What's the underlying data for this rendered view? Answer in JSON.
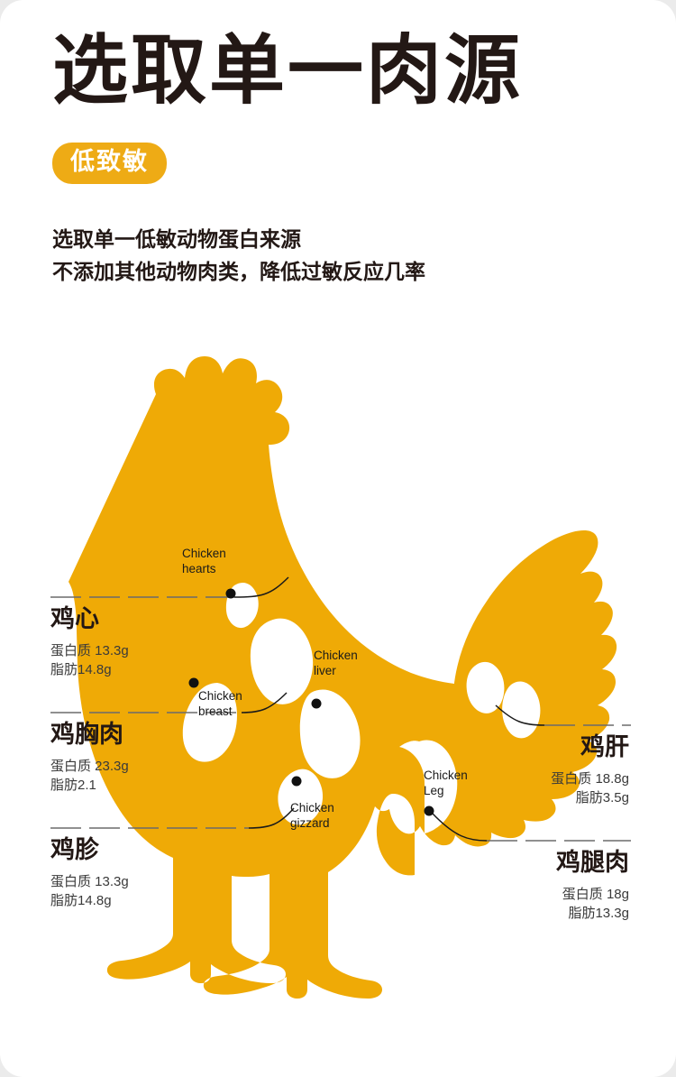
{
  "header": {
    "title": "选取单一肉源",
    "badge": "低致敏",
    "desc_line1": "选取单一低敏动物蛋白来源",
    "desc_line2": "不添加其他动物肉类，降低过敏反应几率"
  },
  "colors": {
    "brand_orange": "#eeab15",
    "silhouette": "#efaa06",
    "text_dark": "#231815",
    "page_bg": "#ffffff",
    "outer_bg": "#ebebeb",
    "leader_line": "#6b6b6b"
  },
  "diagram": {
    "subject": "chicken-silhouette",
    "en_labels": [
      {
        "id": "hearts",
        "line1": "Chicken",
        "line2": "hearts"
      },
      {
        "id": "breast",
        "line1": "Chicken",
        "line2": "breast"
      },
      {
        "id": "liver",
        "line1": "Chicken",
        "line2": "liver"
      },
      {
        "id": "gizzard",
        "line1": "Chicken",
        "line2": "gizzard"
      },
      {
        "id": "leg",
        "line1": "Chicken",
        "line2": "Leg"
      }
    ]
  },
  "callouts": {
    "heart": {
      "name": "鸡心",
      "protein": "蛋白质 13.3g",
      "fat": "脂肪14.8g"
    },
    "breast": {
      "name": "鸡胸肉",
      "protein": "蛋白质 23.3g",
      "fat": "脂肪2.1"
    },
    "gizzard": {
      "name": "鸡胗",
      "protein": "蛋白质 13.3g",
      "fat": "脂肪14.8g"
    },
    "liver": {
      "name": "鸡肝",
      "protein": "蛋白质 18.8g",
      "fat": "脂肪3.5g"
    },
    "thigh": {
      "name": "鸡腿肉",
      "protein": "蛋白质 18g",
      "fat": "脂肪13.3g"
    }
  }
}
